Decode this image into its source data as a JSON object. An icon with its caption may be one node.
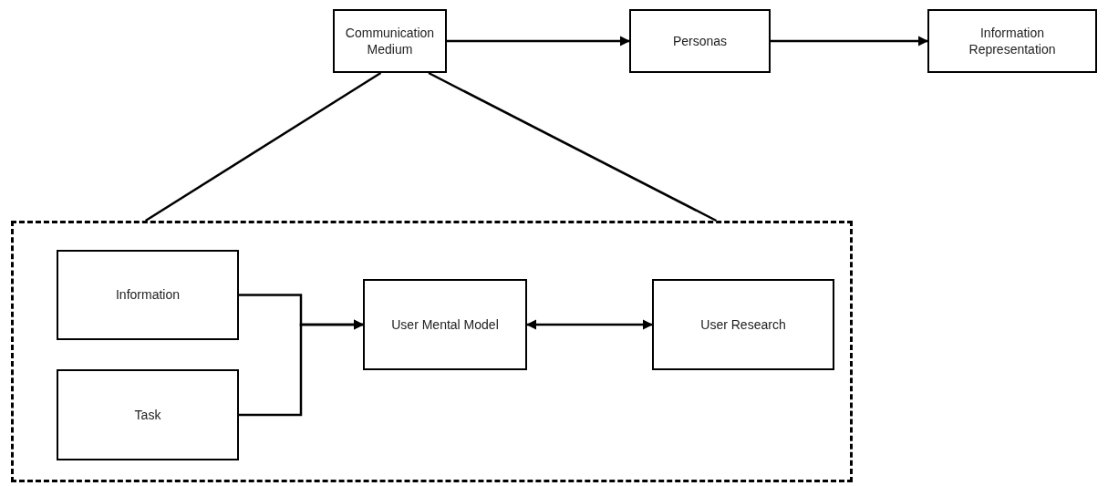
{
  "diagram": {
    "nodes": [
      {
        "text": [
          "Communication Medium"
        ]
      },
      {
        "text": [
          "Personas"
        ]
      },
      {
        "text": [
          "Information Representation"
        ]
      },
      {
        "text": [],
        "shape": "box"
      },
      {
        "text": [
          "Information"
        ],
        "in": 3
      },
      {
        "text": [
          "Task"
        ],
        "in": 3
      },
      {
        "text": [
          "User Mental Model"
        ],
        "in": 3
      },
      {
        "text": [
          "User Research"
        ],
        "in": 3
      }
    ],
    "edges": [
      {
        "from": 0,
        "to": 1,
        "arrow": "to"
      },
      {
        "from": 1,
        "to": 2,
        "arrow": "to"
      },
      {
        "from": 0,
        "to": 3,
        "arrow": "none"
      },
      {
        "from": 0,
        "to": 3,
        "arrow": "none"
      },
      {
        "from": 4,
        "to": 6,
        "arrow": "to"
      },
      {
        "from": 5,
        "to": 6,
        "arrow": "to"
      },
      {
        "from": 6,
        "to": 7,
        "arrow": "both"
      }
    ]
  }
}
